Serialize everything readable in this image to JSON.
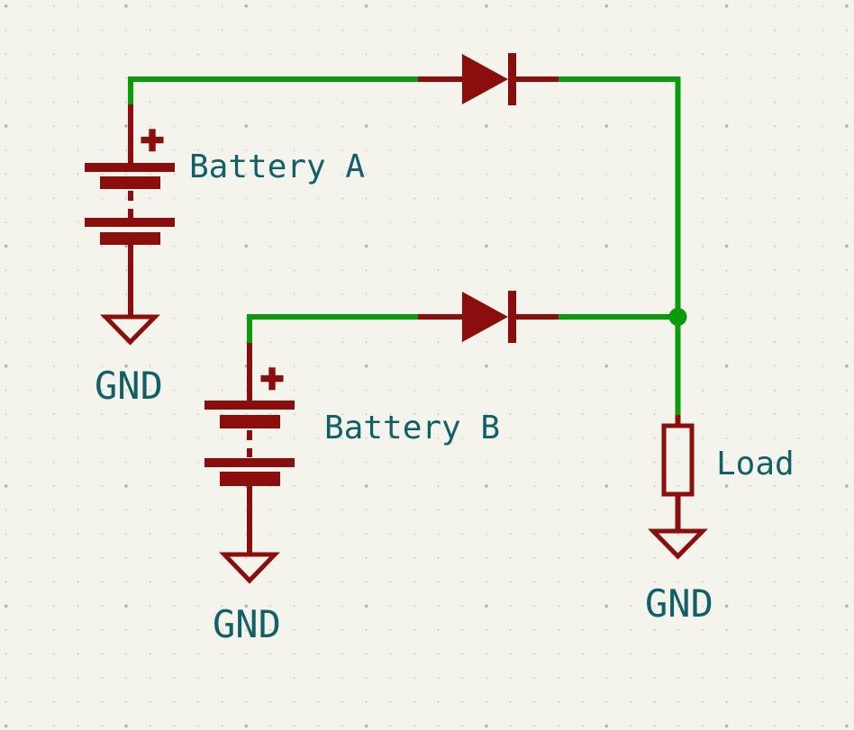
{
  "canvas": {
    "kind": "kicad-style-schematic",
    "background": "#F4F3EC"
  },
  "colors": {
    "wire": "#0A9A0A",
    "junction": "#0A9A0A",
    "symbol": "#8B0E0D",
    "label": "#115F67",
    "grid_dot": "#C4C3BB"
  },
  "labels": {
    "battery_a": "Battery A",
    "battery_b": "Battery B",
    "load": "Load",
    "gnd_battery_a": "GND",
    "gnd_battery_b": "GND",
    "gnd_load": "GND",
    "plus_battery_a": "+",
    "plus_battery_b": "+"
  },
  "components": [
    {
      "id": "battery-a",
      "type": "battery",
      "label": "Battery A"
    },
    {
      "id": "battery-b",
      "type": "battery",
      "label": "Battery B"
    },
    {
      "id": "diode-top",
      "type": "diode",
      "label": ""
    },
    {
      "id": "diode-bottom",
      "type": "diode",
      "label": ""
    },
    {
      "id": "load-resistor",
      "type": "resistor",
      "label": "Load"
    },
    {
      "id": "gnd-battery-a",
      "type": "power-ground",
      "label": "GND"
    },
    {
      "id": "gnd-battery-b",
      "type": "power-ground",
      "label": "GND"
    },
    {
      "id": "gnd-load",
      "type": "power-ground",
      "label": "GND"
    }
  ]
}
